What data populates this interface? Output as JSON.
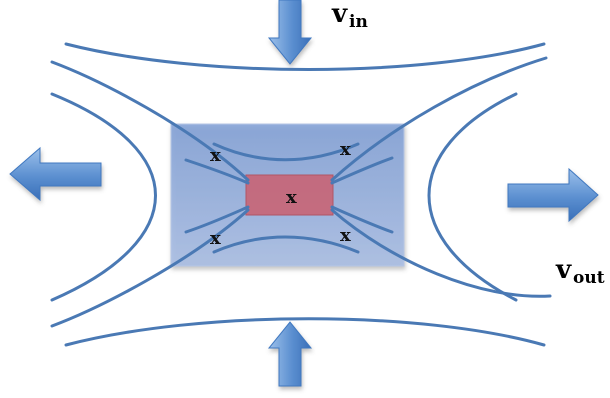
{
  "labels": {
    "v_in_main": "v",
    "v_in_sub": "in",
    "v_out_main": "v",
    "v_out_sub": "out"
  },
  "markers": {
    "x_top_left": "x",
    "x_top_right": "x",
    "x_center": "x",
    "x_bottom_left": "x",
    "x_bottom_right": "x"
  },
  "colors": {
    "field_line": "#4a79b4",
    "arrow_fill_light": "#8fb7e6",
    "arrow_fill_dark": "#3f78c0",
    "inner_box": "#8ba8d8",
    "center_box": "#c86474"
  },
  "icons": {
    "arrows": [
      "arrow-down-icon",
      "arrow-up-icon",
      "arrow-left-icon",
      "arrow-right-icon"
    ]
  }
}
